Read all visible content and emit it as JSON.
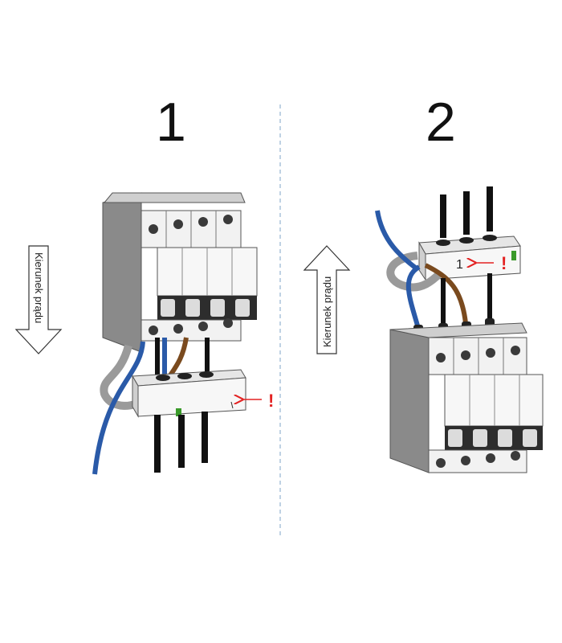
{
  "steps": [
    {
      "number": "1",
      "arrow_label": "Kierunek prądu",
      "arrow_direction": "down",
      "warning_mark": "!"
    },
    {
      "number": "2",
      "arrow_label": "Kierunek prądu",
      "arrow_direction": "up",
      "warning_mark": "!",
      "module_marking": "1"
    }
  ],
  "colors": {
    "warning": "#e32222",
    "divider": "#7fa6c9",
    "breaker_front": "#f2f2f2",
    "breaker_side": "#8a8a8a",
    "wire_blue": "#2a5aa8",
    "wire_brown": "#7a4a1e",
    "wire_black": "#111111",
    "led_green": "#3a9a2a"
  }
}
